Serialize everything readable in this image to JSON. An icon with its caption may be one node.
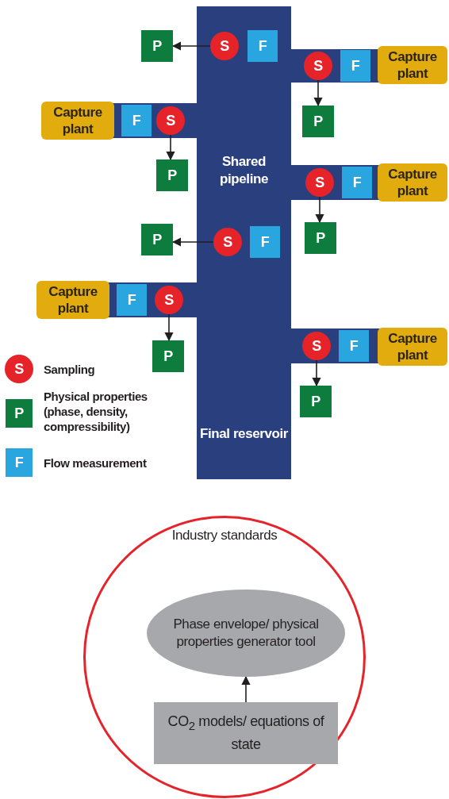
{
  "diagram": {
    "nodes": [
      {
        "text": [
          "Shared pipeline",
          "Final reservoir"
        ]
      },
      {
        "text": [
          "P"
        ]
      },
      {
        "text": [
          "S"
        ],
        "in": 0
      },
      {
        "text": [
          "F"
        ],
        "in": 0
      },
      {
        "text": [
          "S"
        ]
      },
      {
        "text": [
          "F"
        ]
      },
      {
        "text": [
          "Capture plant"
        ]
      },
      {
        "text": [
          "Capture plant"
        ]
      },
      {
        "text": [
          "F"
        ]
      },
      {
        "text": [
          "S"
        ]
      },
      {
        "text": [
          "P"
        ]
      },
      {
        "text": [
          "P"
        ]
      },
      {
        "text": [
          "S"
        ]
      },
      {
        "text": [
          "F"
        ]
      },
      {
        "text": [
          "Capture plant"
        ]
      },
      {
        "text": [
          "P"
        ]
      },
      {
        "text": [
          "P"
        ]
      },
      {
        "text": [
          "S"
        ],
        "in": 0
      },
      {
        "text": [
          "F"
        ],
        "in": 0
      },
      {
        "text": [
          "Capture plant"
        ]
      },
      {
        "text": [
          "F"
        ]
      },
      {
        "text": [
          "S"
        ]
      },
      {
        "text": [
          "S"
        ]
      },
      {
        "text": [
          "F"
        ]
      },
      {
        "text": [
          "Capture plant"
        ]
      },
      {
        "text": [
          "P"
        ]
      },
      {
        "text": [
          "P"
        ]
      },
      {
        "text": [
          "Industry standards"
        ]
      },
      {
        "text": [
          "Phase envelope/ physical properties generator tool"
        ],
        "in": 27
      },
      {
        "text": [
          "CO$_{2}$ models/ equations of state"
        ],
        "in": 27
      }
    ],
    "edges": [
      {
        "from": 2,
        "to": 1,
        "arrow": "to"
      },
      {
        "from": 4,
        "to": 10,
        "arrow": "to"
      },
      {
        "from": 9,
        "to": 11,
        "arrow": "to"
      },
      {
        "from": 12,
        "to": 15,
        "arrow": "to"
      },
      {
        "from": 17,
        "to": 16,
        "arrow": "to"
      },
      {
        "from": 21,
        "to": 25,
        "arrow": "to"
      },
      {
        "from": 22,
        "to": 26,
        "arrow": "to"
      },
      {
        "from": 29,
        "to": 28,
        "arrow": "to"
      }
    ],
    "labels": [
      "S",
      "P",
      "F"
    ],
    "legend": [
      {
        "text": "Sampling",
        "color": "#e52329"
      },
      {
        "text": "Physical properties (phase, density, compressibility)",
        "color": "#0e7c3d"
      },
      {
        "text": "Flow measurement",
        "color": "#29a6e0"
      }
    ]
  }
}
